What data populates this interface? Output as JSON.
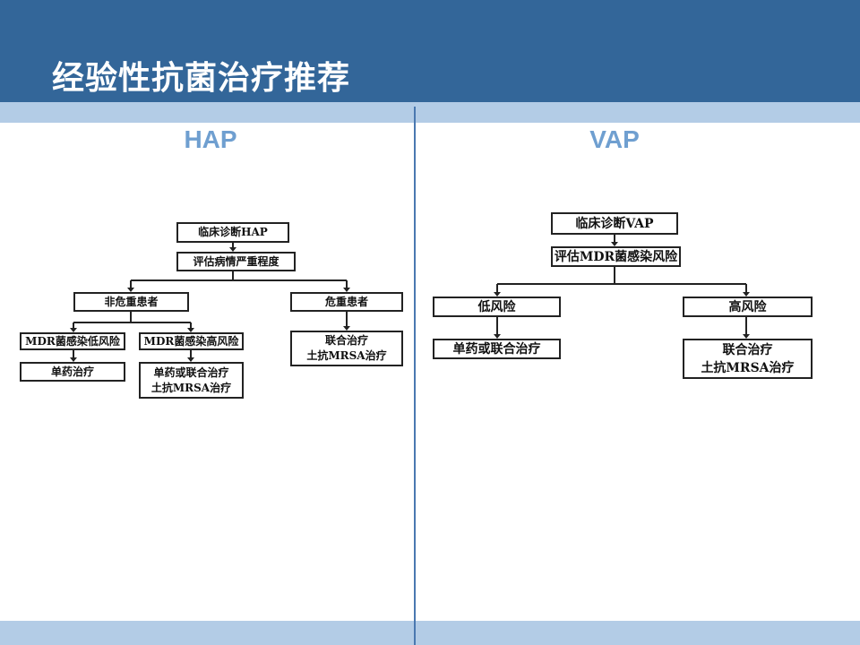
{
  "slide": {
    "title": "经验性抗菌治疗推荐"
  },
  "hap": {
    "heading": "HAP",
    "nodes": {
      "diagnosis": "临床诊断HAP",
      "assess": "评估病情严重程度",
      "non_critical": "非危重患者",
      "critical": "危重患者",
      "mdr_low": "MDR菌感染低风险",
      "mdr_high": "MDR菌感染高风险",
      "mono": "单药治疗",
      "mono_or_combo": [
        "单药或联合治疗",
        "土抗MRSA治疗"
      ],
      "combo": [
        "联合治疗",
        "土抗MRSA治疗"
      ]
    }
  },
  "vap": {
    "heading": "VAP",
    "nodes": {
      "diagnosis": "临床诊断VAP",
      "assess": "评估MDR菌感染风险",
      "low_risk": "低风险",
      "high_risk": "高风险",
      "mono_or_combo": "单药或联合治疗",
      "combo": [
        "联合治疗",
        "土抗MRSA治疗"
      ]
    }
  },
  "colors": {
    "header": "#336699",
    "strip": "#b3cce6",
    "heading_text": "#6f9fd0",
    "divider": "#4a78b0"
  }
}
